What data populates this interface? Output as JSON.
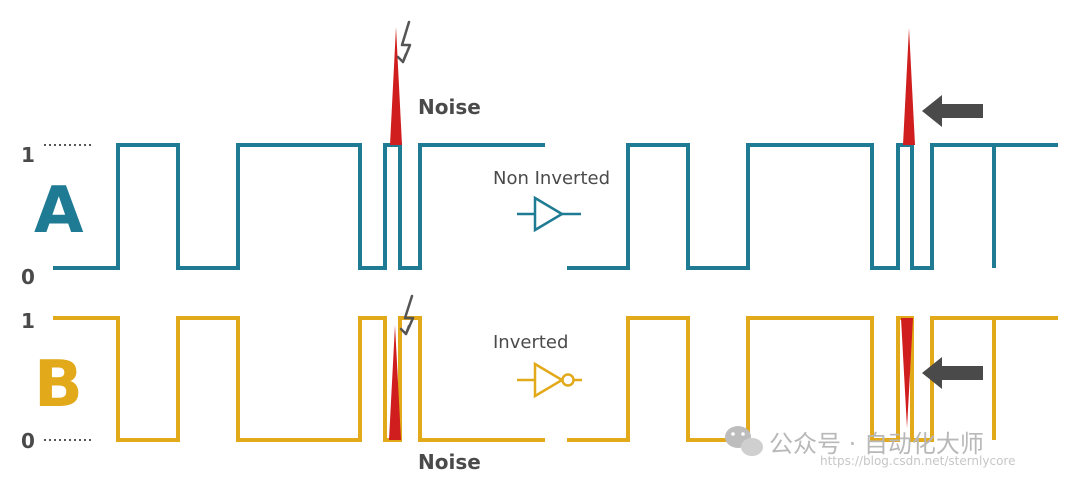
{
  "labels": {
    "one": "1",
    "zero": "0",
    "channel_a": "A",
    "channel_b": "B",
    "noise": "Noise",
    "non_inverted": "Non Inverted",
    "inverted": "Inverted"
  },
  "watermark": {
    "account": "公众号 · 自动化大师",
    "url": "https://blog.csdn.net/sternlycore"
  },
  "colors": {
    "channel_a": "#1e7b93",
    "channel_b": "#e2a91a",
    "noise": "#d01d1d",
    "arrow": "#4a4a4a"
  },
  "icons": {
    "lightning": "lightning-bolt-icon",
    "arrow": "left-arrow-icon",
    "buffer": "buffer-gate-icon",
    "inverter": "inverter-gate-icon",
    "wechat": "wechat-logo-icon"
  }
}
